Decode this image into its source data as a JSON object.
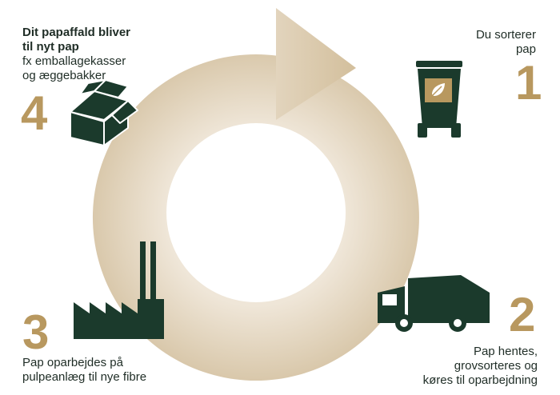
{
  "steps": [
    {
      "number": "1",
      "lines": [
        "Du sorterer",
        "pap"
      ]
    },
    {
      "number": "2",
      "lines": [
        "Pap hentes,",
        "grovsorteres og",
        "køres til oparbejdning"
      ]
    },
    {
      "number": "3",
      "lines": [
        "Pap oparbejdes på",
        "pulpeanlæg til nye fibre"
      ]
    },
    {
      "number": "4",
      "title_lines": [
        "Dit papaffald bliver",
        "til nyt pap"
      ],
      "lines": [
        "fx emballagekasser",
        "og æggebakker"
      ]
    }
  ],
  "colors": {
    "accent": "#b8985f",
    "icon": "#1b3a2c",
    "ring_outer": "#e8dccb",
    "ring_inner": "#d8c6a8",
    "text": "#1f2d26"
  },
  "icons": [
    "wheelie-bin-icon",
    "garbage-truck-icon",
    "factory-icon",
    "cardboard-box-icon",
    "leaf-icon"
  ]
}
